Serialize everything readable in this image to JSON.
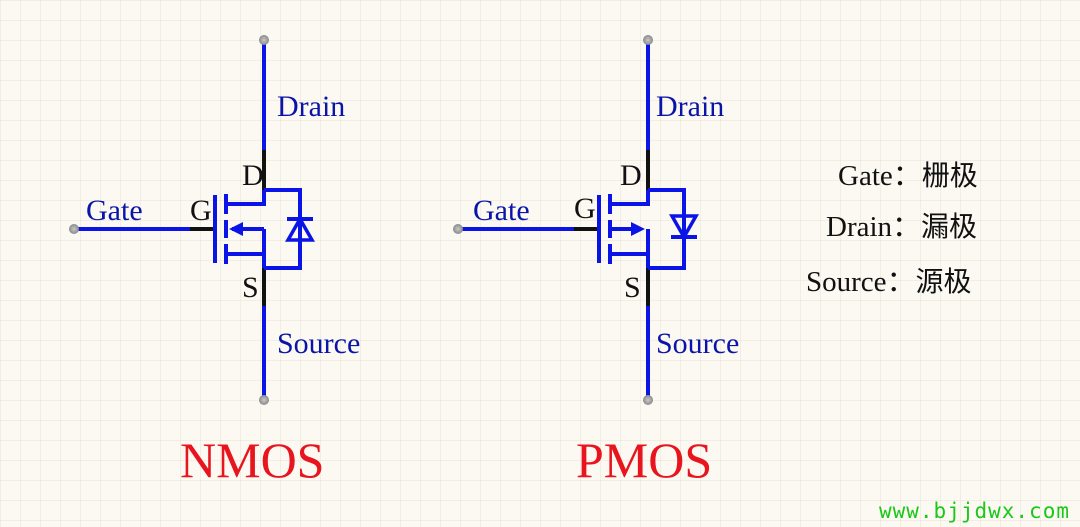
{
  "nmos": {
    "title": "NMOS",
    "drain_label": "Drain",
    "source_label": "Source",
    "gate_label": "Gate",
    "pin_d": "D",
    "pin_g": "G",
    "pin_s": "S"
  },
  "pmos": {
    "title": "PMOS",
    "drain_label": "Drain",
    "source_label": "Source",
    "gate_label": "Gate",
    "pin_d": "D",
    "pin_g": "G",
    "pin_s": "S"
  },
  "legend": [
    {
      "term": "Gate：",
      "meaning": "栅极"
    },
    {
      "term": "Drain：",
      "meaning": "漏极"
    },
    {
      "term": "Source：",
      "meaning": "源极"
    }
  ],
  "watermark": "www.bjjdwx.com",
  "colors": {
    "wire": "#0a14e6",
    "label": "#0a14a8",
    "title": "#e8141e",
    "watermark": "#19c819"
  }
}
